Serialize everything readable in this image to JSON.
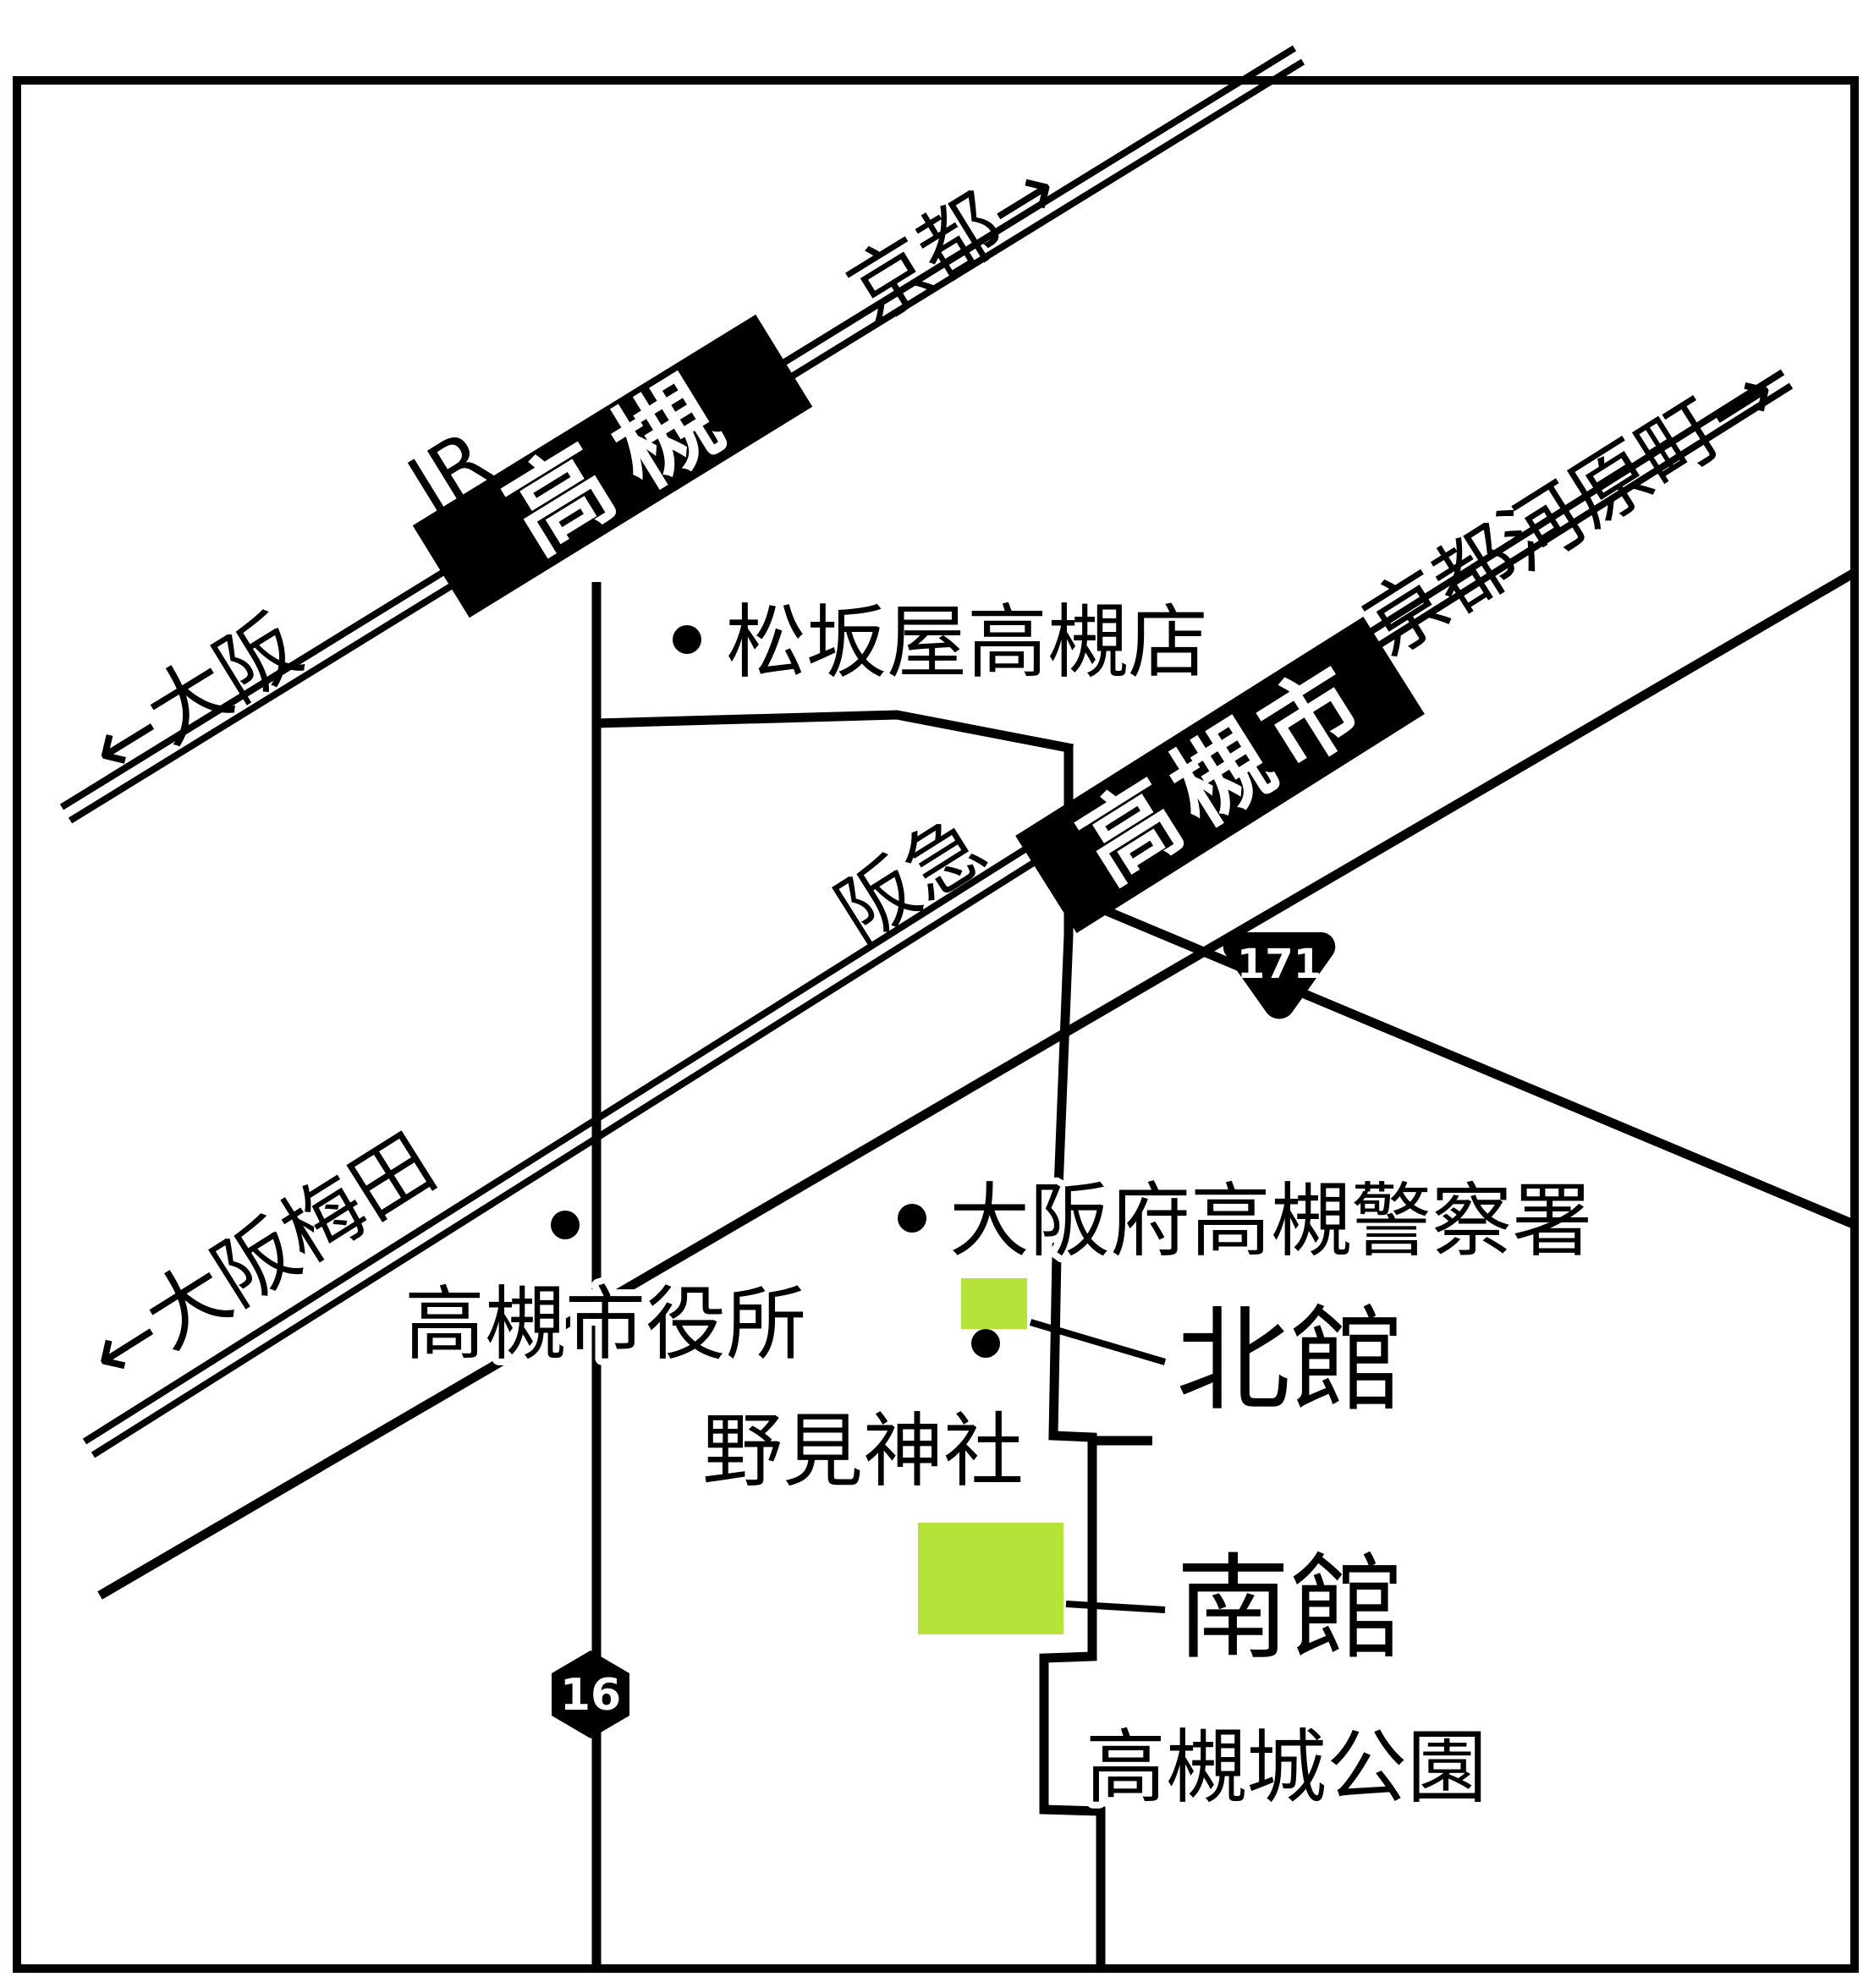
{
  "colors": {
    "ink": "#000000",
    "building_green": "#b5e33a",
    "background": "#ffffff"
  },
  "jr": {
    "name": "JR",
    "station": "高槻",
    "to_left": "←大阪",
    "to_right": "京都→"
  },
  "hankyu": {
    "name": "阪急",
    "station": "高槻市",
    "to_left": "←大阪梅田",
    "to_right": "京都河原町→"
  },
  "routes": {
    "national_171": "171",
    "prefectural_16": "16"
  },
  "landmarks": {
    "matsuzakaya": "松坂屋高槻店",
    "police": "大阪府高槻警察署",
    "city_hall": "高槻市役所",
    "nomi_shrine": "野見神社",
    "castle_park": "高槻城公園"
  },
  "buildings": {
    "north": "北館",
    "south": "南館"
  }
}
